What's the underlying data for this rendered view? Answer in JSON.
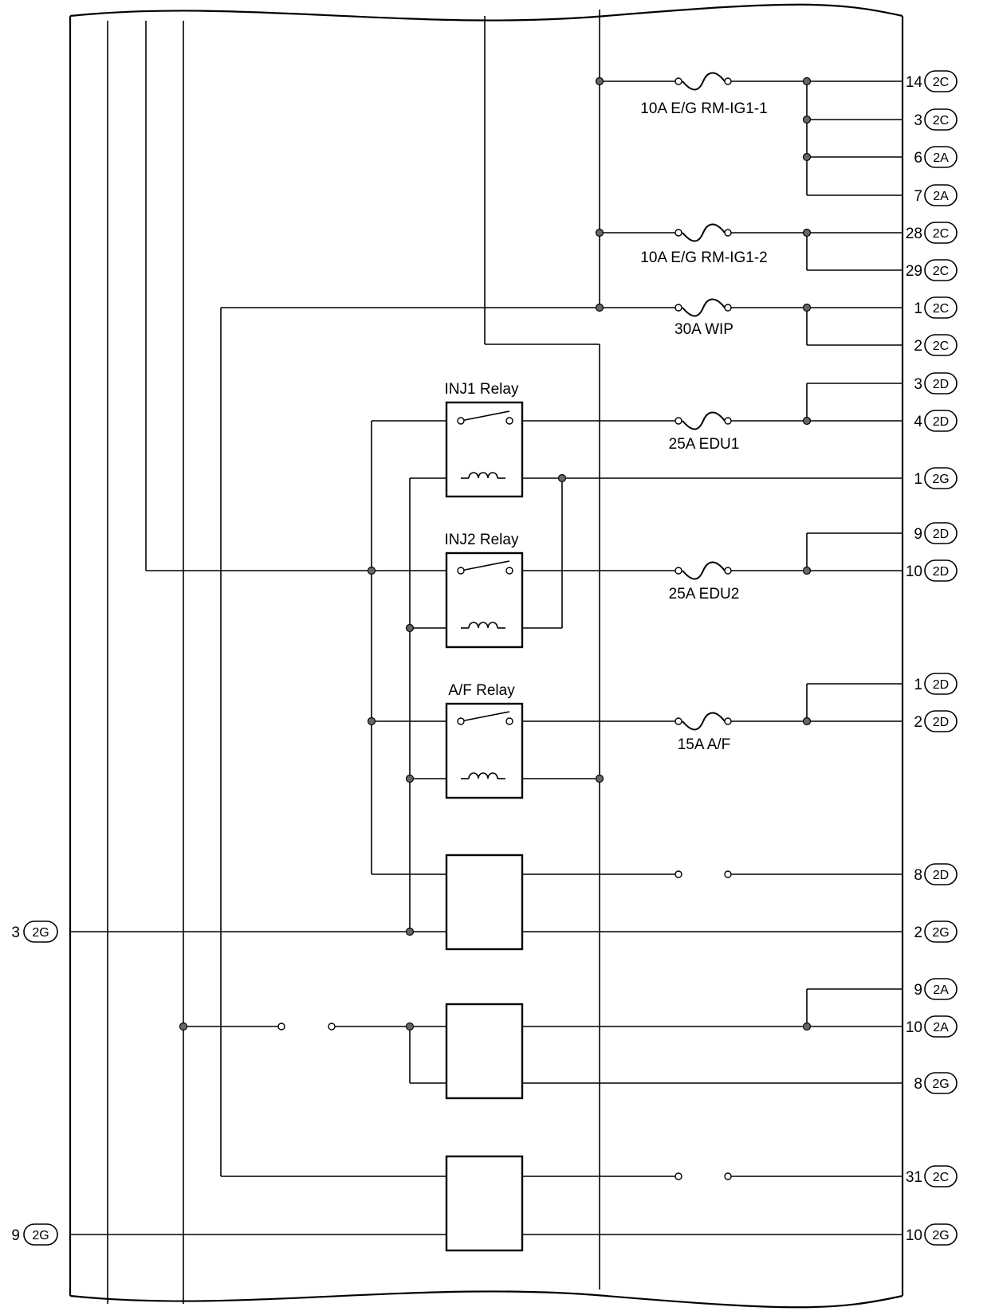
{
  "fuses": [
    {
      "id": "f1",
      "label": "10A E/G RM-IG1-1"
    },
    {
      "id": "f2",
      "label": "10A E/G RM-IG1-2"
    },
    {
      "id": "f3",
      "label": "30A WIP"
    },
    {
      "id": "f4",
      "label": "25A EDU1"
    },
    {
      "id": "f5",
      "label": "25A EDU2"
    },
    {
      "id": "f6",
      "label": "15A A/F"
    }
  ],
  "relays": [
    {
      "id": "r1",
      "label": "INJ1 Relay"
    },
    {
      "id": "r2",
      "label": "INJ2 Relay"
    },
    {
      "id": "r3",
      "label": "A/F Relay"
    }
  ],
  "right_terminals": [
    {
      "pin": "14",
      "connector": "2C"
    },
    {
      "pin": "3",
      "connector": "2C"
    },
    {
      "pin": "6",
      "connector": "2A"
    },
    {
      "pin": "7",
      "connector": "2A"
    },
    {
      "pin": "28",
      "connector": "2C"
    },
    {
      "pin": "29",
      "connector": "2C"
    },
    {
      "pin": "1",
      "connector": "2C"
    },
    {
      "pin": "2",
      "connector": "2C"
    },
    {
      "pin": "3",
      "connector": "2D"
    },
    {
      "pin": "4",
      "connector": "2D"
    },
    {
      "pin": "1",
      "connector": "2G"
    },
    {
      "pin": "9",
      "connector": "2D"
    },
    {
      "pin": "10",
      "connector": "2D"
    },
    {
      "pin": "1",
      "connector": "2D"
    },
    {
      "pin": "2",
      "connector": "2D"
    },
    {
      "pin": "8",
      "connector": "2D"
    },
    {
      "pin": "2",
      "connector": "2G"
    },
    {
      "pin": "9",
      "connector": "2A"
    },
    {
      "pin": "10",
      "connector": "2A"
    },
    {
      "pin": "8",
      "connector": "2G"
    },
    {
      "pin": "31",
      "connector": "2C"
    },
    {
      "pin": "10",
      "connector": "2G"
    }
  ],
  "left_terminals": [
    {
      "pin": "3",
      "connector": "2G"
    },
    {
      "pin": "9",
      "connector": "2G"
    }
  ]
}
